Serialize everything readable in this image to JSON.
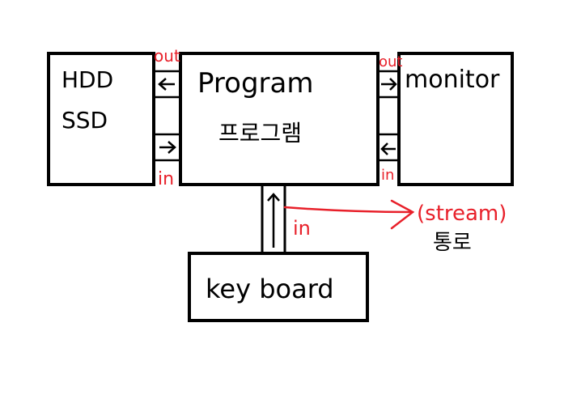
{
  "colors": {
    "ink": "#000000",
    "annotation": "#e8202a",
    "background": "#ffffff"
  },
  "boxes": {
    "storage": {
      "line1": "HDD",
      "line2": "SSD"
    },
    "program": {
      "line1": "Program",
      "line2": "프로그램"
    },
    "monitor": {
      "label": "monitor"
    },
    "keyboard": {
      "label": "key board"
    }
  },
  "annotations": {
    "storage_out": "out",
    "storage_in": "in",
    "monitor_out": "out",
    "monitor_in": "in",
    "keyboard_in": "in",
    "stream_en": "(stream)",
    "stream_ko": "통로"
  }
}
